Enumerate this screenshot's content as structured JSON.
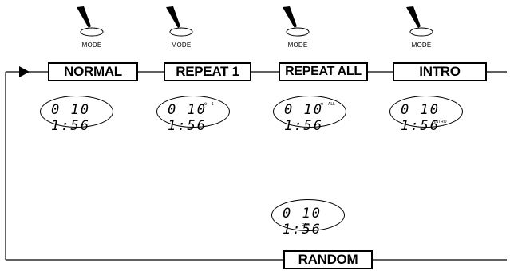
{
  "mode_button": {
    "label": "MODE",
    "icon": "finger-press-icon"
  },
  "modes": [
    {
      "id": "normal",
      "label": "NORMAL",
      "display": "0 10 1:56",
      "indicator": ""
    },
    {
      "id": "repeat1",
      "label": "REPEAT 1",
      "display": "0 10 1:56",
      "indicator": "1"
    },
    {
      "id": "repeatall",
      "label": "REPEAT ALL",
      "display": "0 10 1:56",
      "indicator": "ALL"
    },
    {
      "id": "intro",
      "label": "INTRO",
      "display": "0 10 1:56",
      "indicator": "INTRO"
    },
    {
      "id": "random",
      "label": "RANDOM",
      "display": "0 10 1:56",
      "indicator": "RDM"
    }
  ],
  "colors": {
    "line": "#000000",
    "background": "#ffffff"
  }
}
